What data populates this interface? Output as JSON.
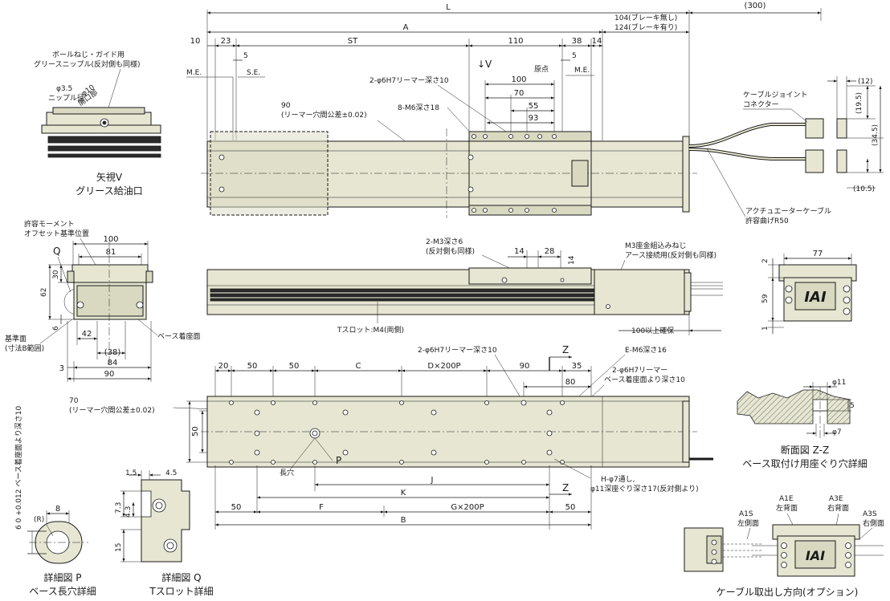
{
  "top_view": {
    "L": "L",
    "cable_300": "(300)",
    "A": "A",
    "dim_104": "104(ブレーキ無し)",
    "dim_124": "124(ブレーキ有り)",
    "d10": "10",
    "d23": "23",
    "ST": "ST",
    "d110": "110",
    "d38": "38",
    "d14": "14",
    "d5a": "5",
    "d5b": "5",
    "me_left": "M.E.",
    "se": "S.E.",
    "me_right": "M.E.",
    "arrow_v": "↓V",
    "origin": "原点",
    "reamer_top": "2-φ6H7リーマー深さ10",
    "d100": "100",
    "d70": "70",
    "d55": "55",
    "d93": "93",
    "m6_depth": "8-M6深さ18",
    "reamer_pitch_line1": "90",
    "reamer_pitch_line2": "(リーマー穴間公差±0.02)",
    "cable_joint_line1": "ケーブルジョイント",
    "cable_joint_line2": "コネクター",
    "dim_12": "(12)",
    "dim_19_5": "(19.5)",
    "dim_34_5": "(34.5)",
    "dim_10_5": "(10.5)",
    "actuator_cable_line1": "アクチュエーターケーブル",
    "actuator_cable_line2": "許容曲げR50"
  },
  "view_v": {
    "label1": "ボールねじ・ガイド用",
    "label2": "グリースニップル(反対側も同様)",
    "phi35": "φ3.5",
    "nipple": "ニップル径",
    "phi10": "φ10",
    "opening": "開口部",
    "title1": "矢視V",
    "title2": "グリース給油口"
  },
  "side_view": {
    "m3_line1": "2-M3深さ6",
    "m3_line2": "(反対側も同様)",
    "d14": "14",
    "d28": "28",
    "d14v": "14",
    "screw_line1": "M3座金組込みねじ",
    "screw_line2": "アース接続用(反対側も同様)",
    "tslot": "Tスロット:M4(両側)",
    "clearance": "100以上確保"
  },
  "end_view": {
    "moment_line1": "許容モーメント",
    "moment_line2": "オフセット基準位置",
    "d100": "100",
    "d81": "81",
    "Q": "Q",
    "d30": "30",
    "d62": "62",
    "d6": "6",
    "d42": "42",
    "d38": "(38)",
    "ref_line1": "基準面",
    "ref_line2": "(寸法B範囲)",
    "base_face": "ベース着座面",
    "d3": "3",
    "d84": "84",
    "d90": "90"
  },
  "right_end_view": {
    "d77": "77",
    "d2": "2",
    "d59": "59",
    "d1": "1",
    "logo": "IAI"
  },
  "bottom_view": {
    "reamer_top": "2-φ6H7リーマー深さ10",
    "Z_top": "Z",
    "e_m6": "E-M6深さ16",
    "d20": "20",
    "d50a": "50",
    "d50b": "50",
    "C": "C",
    "Dx200P": "D×200P",
    "d90": "90",
    "d35": "35",
    "d80": "80",
    "reamer_side_line1": "2-φ6H7リーマー",
    "reamer_side_line2": "ベース着座面より深さ10",
    "pitch70_line1": "70",
    "pitch70_line2": "(リーマー穴間公差±0.02)",
    "d50v": "50",
    "P": "P",
    "long_hole": "長穴",
    "J": "J",
    "Z_bottom": "Z",
    "through_line1": "H-φ7通し,",
    "through_line2": "φ11深座ぐり深さ17(反対側より)",
    "K": "K",
    "d50_left": "50",
    "F": "F",
    "Gx200P": "G×200P",
    "d50_right": "50",
    "B": "B"
  },
  "section_zz": {
    "phi11": "φ11",
    "d5": "5",
    "phi7": "φ7",
    "title1": "断面図 Z-Z",
    "title2": "ベース取付け用座ぐり穴詳細"
  },
  "detail_p": {
    "vertical_label": "6 0 +0.012 ベース着座面より深さ10",
    "d8": "8",
    "R": "(R)",
    "title1": "詳細図 P",
    "title2": "ベース長穴詳細"
  },
  "detail_q": {
    "d1_5": "1.5",
    "d4_5": "4.5",
    "d7_3": "7.3",
    "d4_3": "4.3",
    "d15": "15",
    "title1": "詳細図 Q",
    "title2": "Tスロット詳細"
  },
  "cable_option": {
    "A1S": "A1S",
    "A1S_sub": "左側面",
    "A1E": "A1E",
    "A1E_sub": "左背面",
    "A3E": "A3E",
    "A3E_sub": "右背面",
    "A3S": "A3S",
    "A3S_sub": "右側面",
    "logo": "IAI",
    "title": "ケーブル取出し方向(オプション)"
  }
}
